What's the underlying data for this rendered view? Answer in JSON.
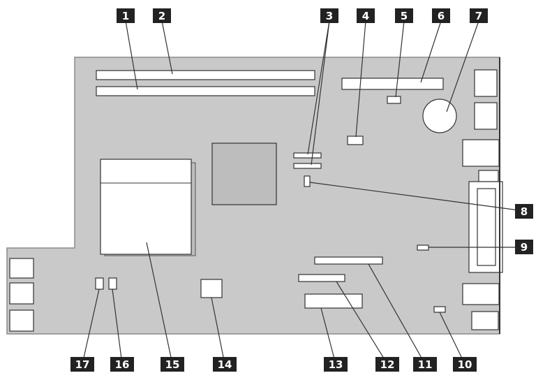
{
  "callouts": [
    {
      "id": "1",
      "label": "1"
    },
    {
      "id": "2",
      "label": "2"
    },
    {
      "id": "3",
      "label": "3"
    },
    {
      "id": "4",
      "label": "4"
    },
    {
      "id": "5",
      "label": "5"
    },
    {
      "id": "6",
      "label": "6"
    },
    {
      "id": "7",
      "label": "7"
    },
    {
      "id": "8",
      "label": "8"
    },
    {
      "id": "9",
      "label": "9"
    },
    {
      "id": "10",
      "label": "10"
    },
    {
      "id": "11",
      "label": "11"
    },
    {
      "id": "12",
      "label": "12"
    },
    {
      "id": "13",
      "label": "13"
    },
    {
      "id": "14",
      "label": "14"
    },
    {
      "id": "15",
      "label": "15"
    },
    {
      "id": "16",
      "label": "16"
    },
    {
      "id": "17",
      "label": "17"
    }
  ],
  "colors": {
    "board": "#c9c9c9",
    "board_edge": "#8a8a8a",
    "component": "#ffffff",
    "dark_block": "#bdbdbd",
    "callout_bg": "#222222",
    "callout_text": "#ffffff",
    "leader": "#333333"
  }
}
